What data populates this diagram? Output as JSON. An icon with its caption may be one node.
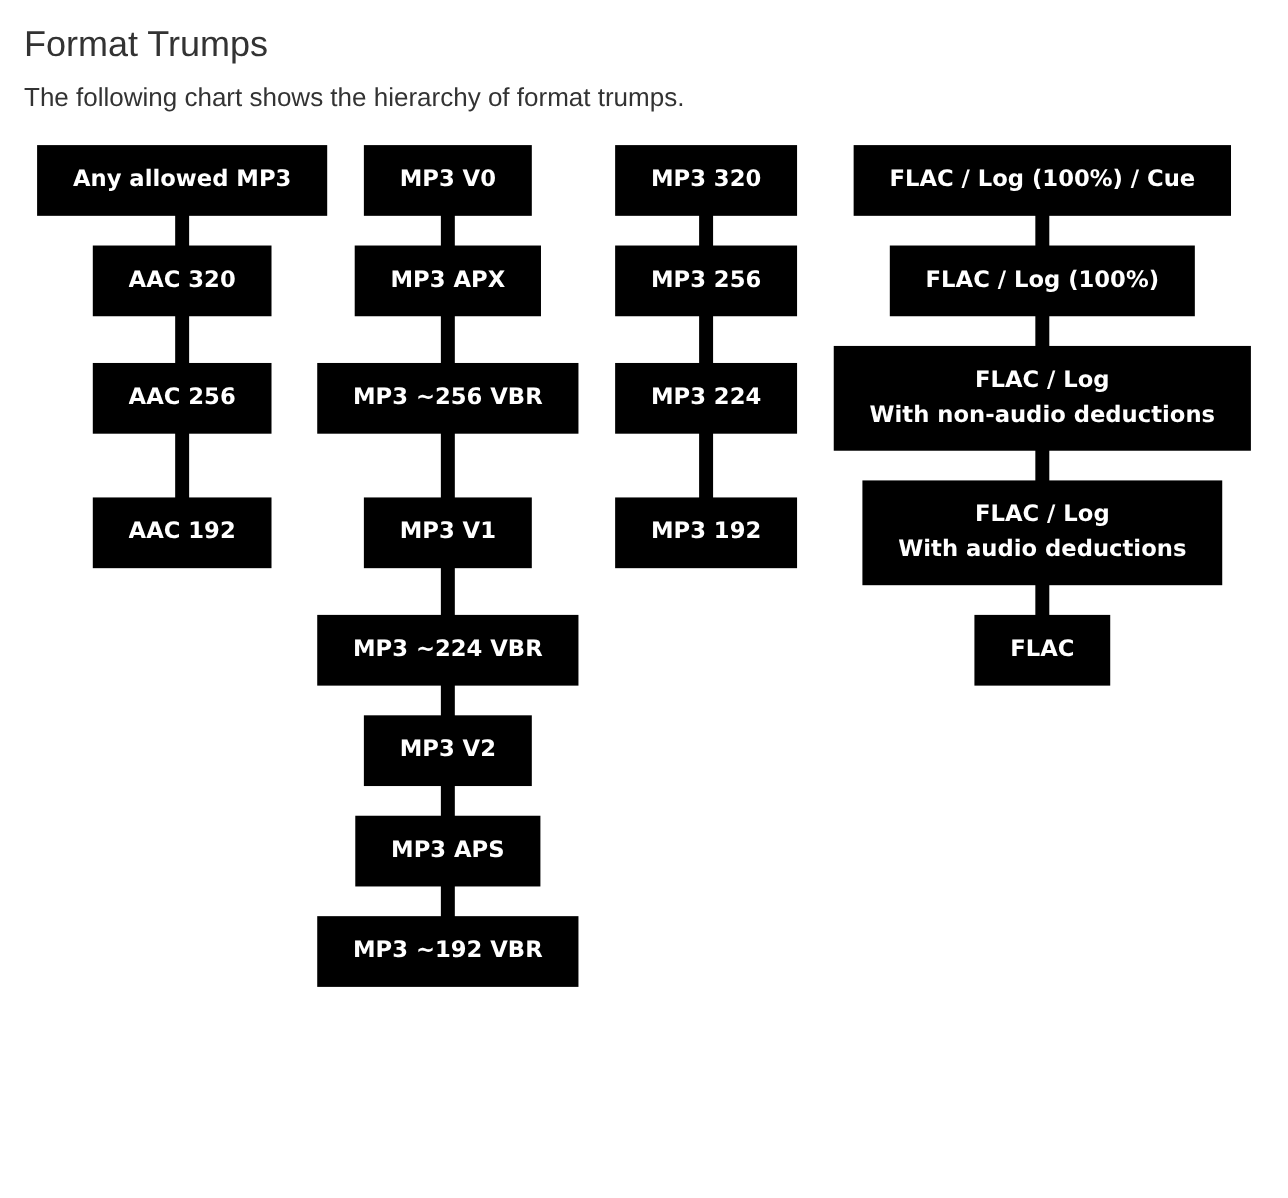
{
  "diagram": {
    "title": "Format Trumps",
    "nodes": [
      {
        "text": [
          "Any allowed MP3"
        ]
      },
      {
        "text": [
          "AAC 320"
        ]
      },
      {
        "text": [
          "AAC 256"
        ]
      },
      {
        "text": [
          "AAC 192"
        ]
      },
      {
        "text": [
          "MP3 V0"
        ]
      },
      {
        "text": [
          "MP3 APX"
        ]
      },
      {
        "text": [
          "MP3 ~256 VBR"
        ]
      },
      {
        "text": [
          "MP3 V1"
        ]
      },
      {
        "text": [
          "MP3 ~224 VBR"
        ]
      },
      {
        "text": [
          "MP3 V2"
        ]
      },
      {
        "text": [
          "MP3 APS"
        ]
      },
      {
        "text": [
          "MP3 ~192 VBR"
        ]
      },
      {
        "text": [
          "MP3 320"
        ]
      },
      {
        "text": [
          "MP3 256"
        ]
      },
      {
        "text": [
          "MP3 224"
        ]
      },
      {
        "text": [
          "MP3 192"
        ]
      },
      {
        "text": [
          "FLAC / Log (100%) / Cue"
        ]
      },
      {
        "text": [
          "FLAC / Log (100%)"
        ]
      },
      {
        "text": [
          "FLAC / Log",
          "With non-audio deductions"
        ]
      },
      {
        "text": [
          "FLAC / Log",
          "With audio deductions"
        ]
      },
      {
        "text": [
          "FLAC"
        ]
      }
    ],
    "edges": [
      {
        "from": 0,
        "to": 1,
        "arrow": "none"
      },
      {
        "from": 1,
        "to": 2,
        "arrow": "none"
      },
      {
        "from": 2,
        "to": 3,
        "arrow": "none"
      },
      {
        "from": 4,
        "to": 5,
        "arrow": "none"
      },
      {
        "from": 5,
        "to": 6,
        "arrow": "none"
      },
      {
        "from": 6,
        "to": 7,
        "arrow": "none"
      },
      {
        "from": 7,
        "to": 8,
        "arrow": "none"
      },
      {
        "from": 8,
        "to": 9,
        "arrow": "none"
      },
      {
        "from": 9,
        "to": 10,
        "arrow": "none"
      },
      {
        "from": 10,
        "to": 11,
        "arrow": "none"
      },
      {
        "from": 12,
        "to": 13,
        "arrow": "none"
      },
      {
        "from": 13,
        "to": 14,
        "arrow": "none"
      },
      {
        "from": 14,
        "to": 15,
        "arrow": "none"
      },
      {
        "from": 16,
        "to": 17,
        "arrow": "none"
      },
      {
        "from": 17,
        "to": 18,
        "arrow": "none"
      },
      {
        "from": 18,
        "to": 19,
        "arrow": "none"
      },
      {
        "from": 19,
        "to": 20,
        "arrow": "none"
      }
    ],
    "labels": [
      "The following chart shows the hierarchy of format trumps."
    ]
  }
}
